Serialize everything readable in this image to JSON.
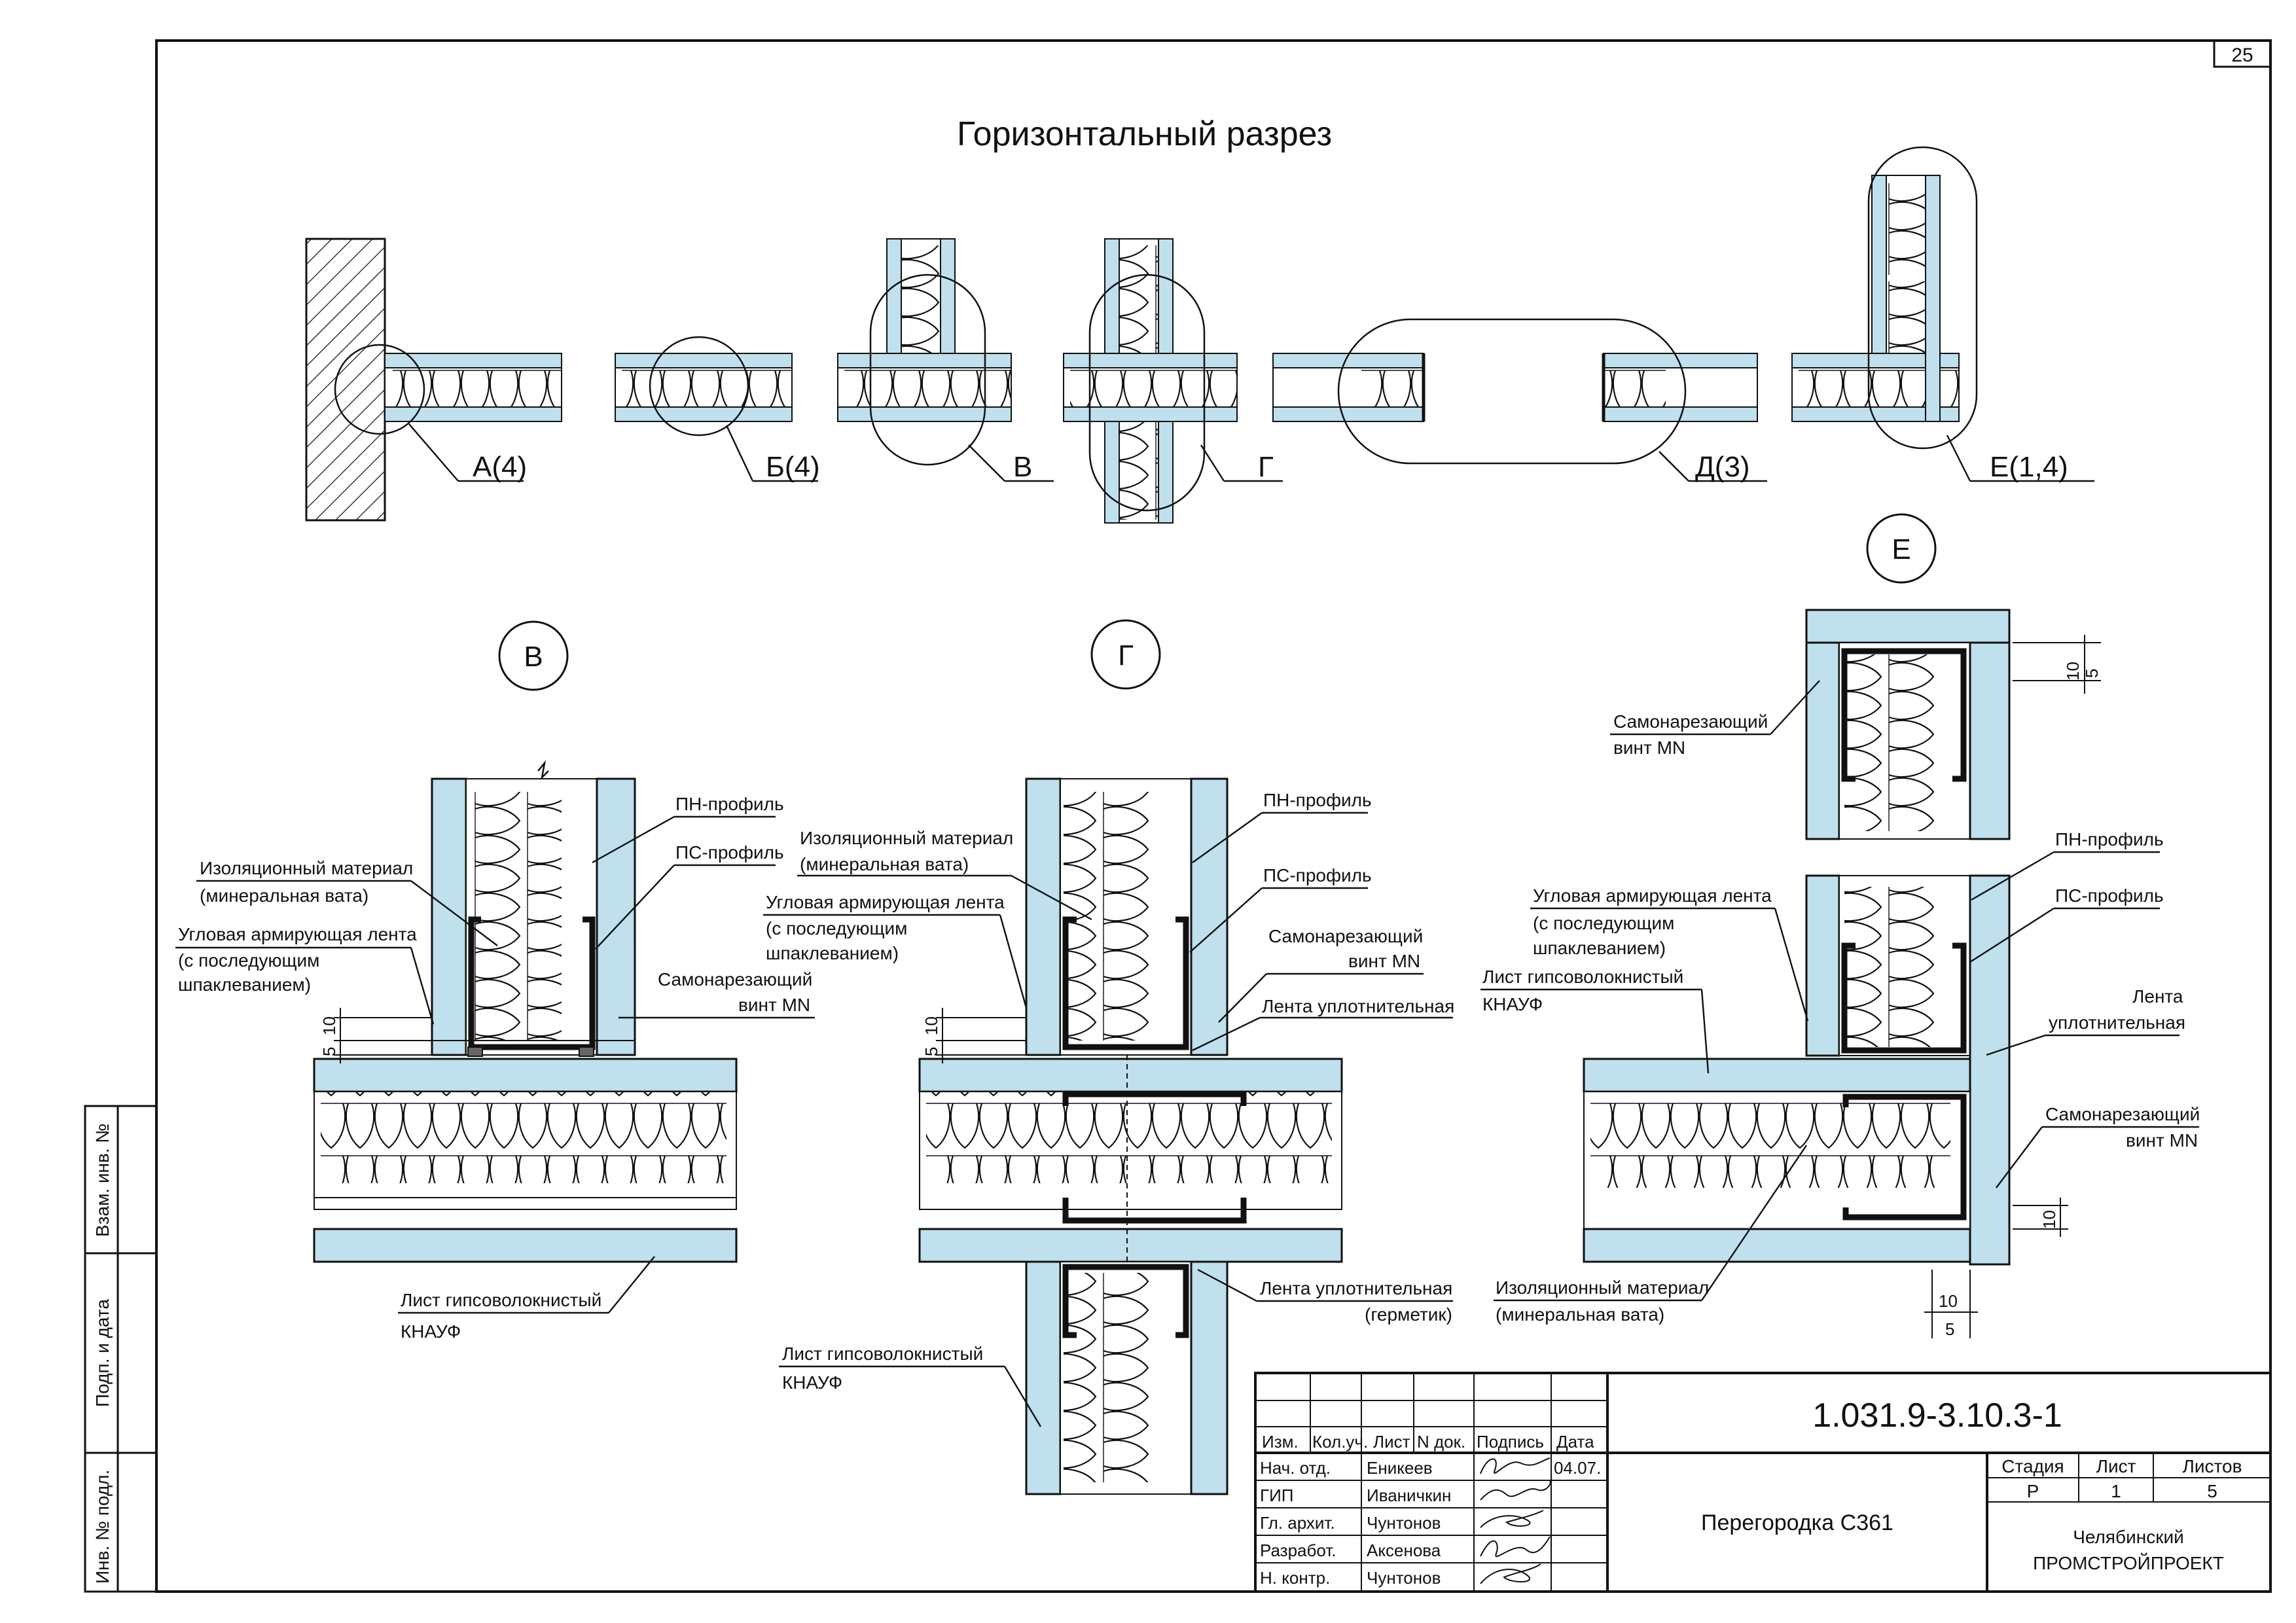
{
  "sheet_number": "25",
  "title": "Горизонтальный разрез",
  "overview_callouts": [
    "А(4)",
    "Б(4)",
    "В",
    "Г",
    "Д(3)",
    "Е(1,4)"
  ],
  "detail_markers": {
    "v": "В",
    "g": "Г",
    "e": "Е"
  },
  "labels": {
    "pn_profile": "ПН-профиль",
    "ps_profile": "ПС-профиль",
    "insulation_1": "Изоляционный материал",
    "insulation_2": "(минеральная вата)",
    "corner_tape_1": "Угловая армирующая лента",
    "corner_tape_2": "(с последующим",
    "corner_tape_3": "шпаклеванием)",
    "screw_1": "Самонарезающий",
    "screw_2": "винт MN",
    "seal_tape": "Лента уплотнительная",
    "seal_tape_hermetic": "(герметик)",
    "tape_1": "Лента",
    "tape_2": "уплотнительная",
    "gvl_1": "Лист гипсоволокнистый",
    "gvl_2": "КНАУФ"
  },
  "dimensions": {
    "d5": "5",
    "d10": "10"
  },
  "side_stamp": [
    "Взам. инв. №",
    "Подп. и дата",
    "Инв. № подл."
  ],
  "title_block": {
    "code": "1.031.9-3.10.3-1",
    "name": "Перегородка С361",
    "headers": [
      "Изм.",
      "Кол.уч.",
      "Лист",
      "N док.",
      "Подпись",
      "Дата"
    ],
    "rows": [
      {
        "role": "Нач. отд.",
        "person": "Еникеев",
        "date": "04.07."
      },
      {
        "role": "ГИП",
        "person": "Иваничкин",
        "date": ""
      },
      {
        "role": "Гл. архит.",
        "person": "Чунтонов",
        "date": ""
      },
      {
        "role": "Разработ.",
        "person": "Аксенова",
        "date": ""
      },
      {
        "role": "Н. контр.",
        "person": "Чунтонов",
        "date": ""
      }
    ],
    "stage_headers": [
      "Стадия",
      "Лист",
      "Листов"
    ],
    "stage_values": [
      "Р",
      "1",
      "5"
    ],
    "org_1": "Челябинский",
    "org_2": "ПРОМСТРОЙПРОЕКТ"
  },
  "colors": {
    "board": "#bfe0ec",
    "line": "#111111"
  }
}
